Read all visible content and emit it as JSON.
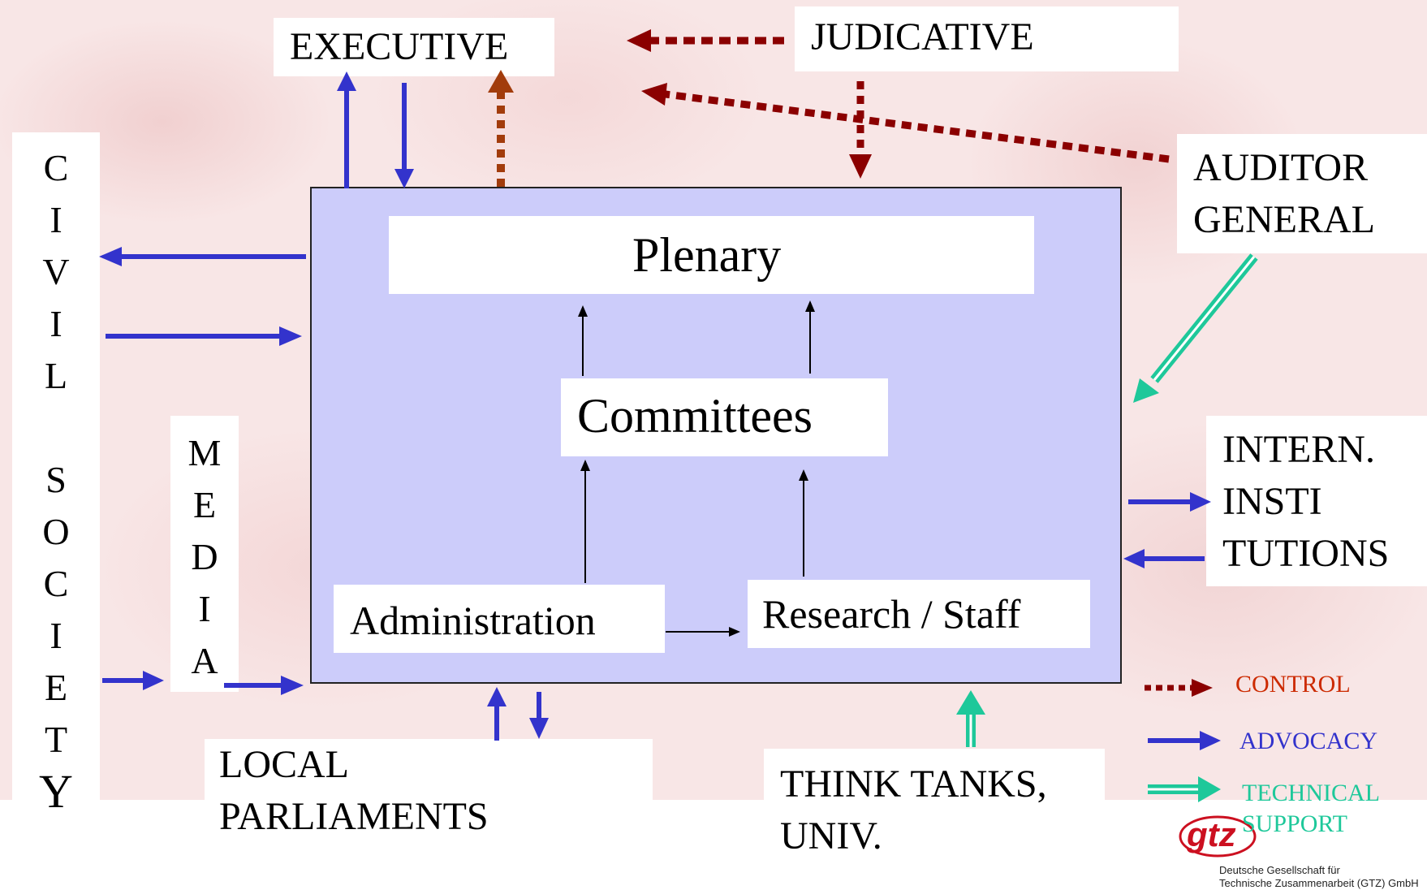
{
  "nodes": {
    "executive": "EXECUTIVE",
    "judicative": "JUDICATIVE",
    "auditor_general_1": "AUDITOR",
    "auditor_general_2": "GENERAL",
    "intern_1": "INTERN.",
    "intern_2": "INSTI",
    "intern_3": "TUTIONS",
    "plenary": "Plenary",
    "committees": "Committees",
    "administration": "Administration",
    "research_staff": "Research / Staff",
    "local_parliaments_1": "LOCAL",
    "local_parliaments_2": "PARLIAMENTS",
    "think_tanks_1": "THINK TANKS,",
    "think_tanks_2": "UNIV.",
    "civil_society_letters": [
      "C",
      "I",
      "V",
      "I",
      "L",
      "",
      "S",
      "O",
      "C",
      "I",
      "E",
      "T",
      "Y"
    ],
    "media_letters": [
      "M",
      "E",
      "D",
      "I",
      "A"
    ]
  },
  "legend": {
    "control": "CONTROL",
    "advocacy": "ADVOCACY",
    "technical_1": "TECHNICAL",
    "technical_2": "SUPPORT"
  },
  "colors": {
    "control": "#8b0000",
    "control_orange": "#a23c0c",
    "advocacy": "#3333cc",
    "technical": "#1ec89a",
    "parliament_fill": "#ccccfa"
  },
  "logo": {
    "mark": "gtz",
    "line1": "Deutsche Gesellschaft für",
    "line2": "Technische Zusammenarbeit (GTZ) GmbH"
  }
}
